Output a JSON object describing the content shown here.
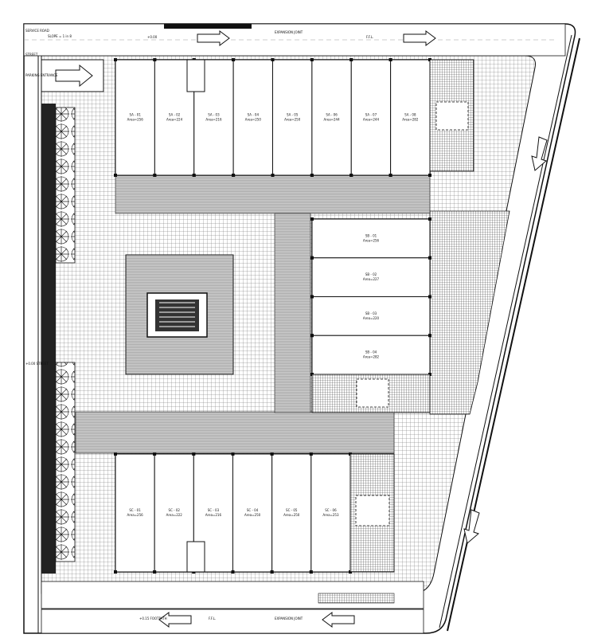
{
  "notes": {
    "service_road": "SERVICE ROAD",
    "slope": "SLOPE = 1 in 8",
    "parking_entrance": "PARKING ENTRANCE",
    "street": "STREET",
    "expansion_joint": "EXPANSION JOINT"
  },
  "levels": {
    "top_left": "+0.00",
    "ffl": "F.F.L.",
    "street_level": "+0.00 STREET",
    "footpath": "+0.15 FOOTPATH"
  },
  "shops": {
    "row_a": [
      {
        "id": "SA - 01",
        "area": "Area=256"
      },
      {
        "id": "SA - 02",
        "area": "Area=224"
      },
      {
        "id": "SA - 03",
        "area": "Area=216"
      },
      {
        "id": "SA - 04",
        "area": "Area=250"
      },
      {
        "id": "SA - 05",
        "area": "Area=250"
      },
      {
        "id": "SA - 06",
        "area": "Area=244"
      },
      {
        "id": "SA - 07",
        "area": "Area=244"
      },
      {
        "id": "SA - 08",
        "area": "Area=282"
      }
    ],
    "row_b": [
      {
        "id": "SB - 01",
        "area": "Area=256"
      },
      {
        "id": "SB - 02",
        "area": "Area=227"
      },
      {
        "id": "SB - 03",
        "area": "Area=220"
      },
      {
        "id": "SB - 04",
        "area": "Area=282"
      }
    ],
    "row_c": [
      {
        "id": "SC - 01",
        "area": "Area=256"
      },
      {
        "id": "SC - 02",
        "area": "Area=222"
      },
      {
        "id": "SC - 03",
        "area": "Area=216"
      },
      {
        "id": "SC - 04",
        "area": "Area=250"
      },
      {
        "id": "SC - 05",
        "area": "Area=250"
      },
      {
        "id": "SC - 06",
        "area": "Area=253"
      }
    ]
  },
  "colors": {
    "line": "#111111",
    "hatch_dark": "#555555",
    "hatch_light": "#888888",
    "paper": "#ffffff"
  }
}
